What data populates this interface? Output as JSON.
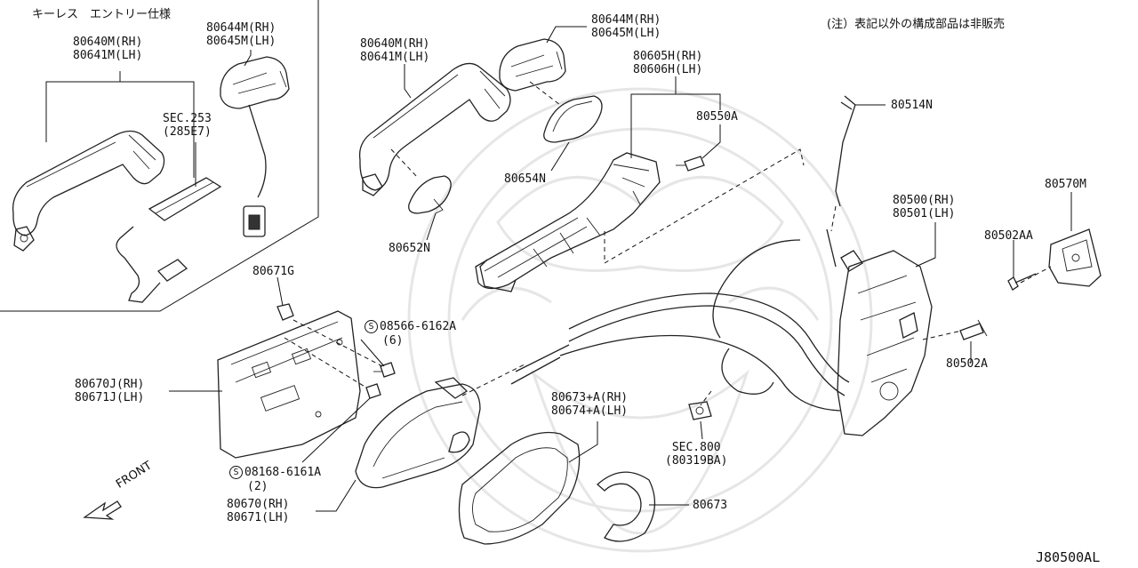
{
  "inset": {
    "title": "キーレス　エントリー仕様",
    "handle_rh": "80640M(RH)",
    "handle_lh": "80641M(LH)",
    "cap_rh": "80644M(RH)",
    "cap_lh": "80645M(LH)",
    "sec_ref": "SEC.253",
    "sec_sub": "(285E7)"
  },
  "note": "(注）表記以外の構成部品は非販売",
  "parts": {
    "handle_rh": "80640M(RH)",
    "handle_lh": "80641M(LH)",
    "cap_rh": "80644M(RH)",
    "cap_lh": "80645M(LH)",
    "gasket_rear": "80654N",
    "gasket_front": "80652N",
    "bracket_rh": "80605H(RH)",
    "bracket_lh": "80606H(LH)",
    "screw": "80550A",
    "rod": "80514N",
    "lock_rh": "80500(RH)",
    "lock_lh": "80501(LH)",
    "striker": "80570M",
    "bolt_a": "80502AA",
    "bolt_b": "80502A",
    "clip": "80671G",
    "plate_rh": "80670J(RH)",
    "plate_lh": "80671J(LH)",
    "screw_s1": "08566-6162A",
    "screw_s1_qty": "(6)",
    "screw_s2": "08168-6161A",
    "screw_s2_qty": "(2)",
    "inner_rh": "80670(RH)",
    "inner_lh": "80671(LH)",
    "escutcheon_rh": "80673+A(RH)",
    "escutcheon_lh": "80674+A(LH)",
    "sec800": "SEC.800",
    "sec800_sub": "(80319BA)",
    "cover": "80673"
  },
  "s_symbol": "S",
  "front_label": "FRONT",
  "diagram_code": "J80500AL"
}
